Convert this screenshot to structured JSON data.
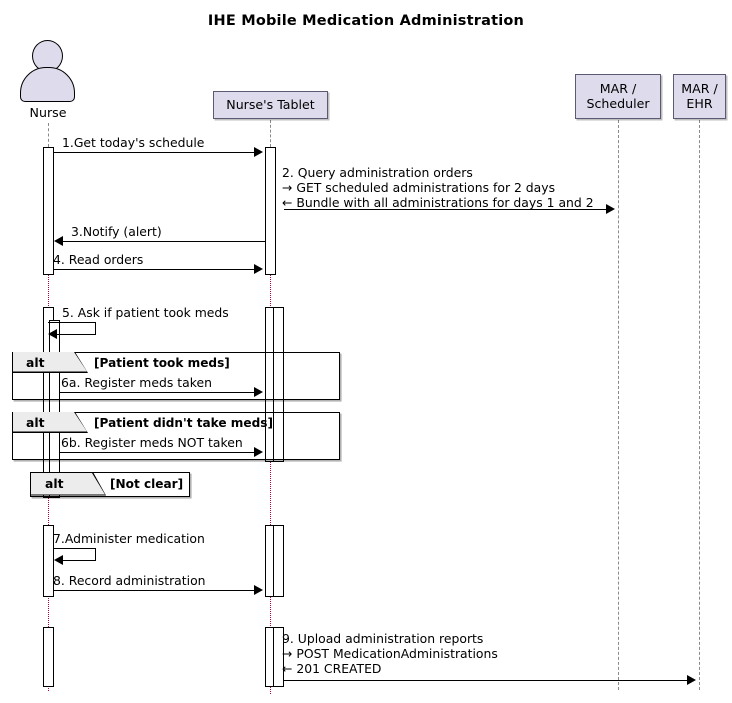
{
  "diagram": {
    "title": "IHE Mobile Medication Administration",
    "type": "uml-sequence-diagram"
  },
  "colors": {
    "participant_fill": "#DEDCEC",
    "participant_border": "#5A5A73",
    "link": "#1616d8",
    "lifeline_active": "#b3003c",
    "lifeline_inactive": "#8a8a8a",
    "alt_header_fill": "#ECECEC"
  },
  "participants": [
    {
      "id": "nurse",
      "label": "Nurse",
      "kind": "actor"
    },
    {
      "id": "tablet",
      "label": "Nurse's Tablet",
      "kind": "box"
    },
    {
      "id": "scheduler",
      "label": "MAR /\nScheduler",
      "label_line1": "MAR /",
      "label_line2": "Scheduler",
      "kind": "box"
    },
    {
      "id": "ehr",
      "label": "MAR /\nEHR",
      "label_line1": "MAR /",
      "label_line2": "EHR",
      "kind": "box"
    }
  ],
  "messages": [
    {
      "num": "1",
      "label": "1.Get today's schedule",
      "from": "nurse",
      "to": "tablet",
      "dir": "right"
    },
    {
      "num": "2",
      "label": "2. Query administration orders",
      "from": "tablet",
      "to": "scheduler",
      "dir": "right",
      "sub": [
        {
          "arrow": "→",
          "text": "GET scheduled administrations for 2 days",
          "link": true
        },
        {
          "arrow": "←",
          "text": "Bundle with all administrations for days 1 and 2",
          "link": true
        }
      ]
    },
    {
      "num": "3",
      "label": "3.Notify (alert)",
      "from": "tablet",
      "to": "nurse",
      "dir": "left"
    },
    {
      "num": "4",
      "label": "4. Read orders",
      "from": "nurse",
      "to": "tablet",
      "dir": "right"
    },
    {
      "num": "5",
      "label": "5. Ask if patient took meds",
      "from": "nurse",
      "to": "nurse",
      "dir": "self"
    },
    {
      "num": "6a",
      "label": "6a. Register meds taken",
      "from": "nurse",
      "to": "tablet",
      "dir": "right"
    },
    {
      "num": "6b",
      "label": "6b. Register meds NOT taken",
      "from": "nurse",
      "to": "tablet",
      "dir": "right"
    },
    {
      "num": "7",
      "label": "7.Administer medication",
      "from": "nurse",
      "to": "nurse",
      "dir": "self"
    },
    {
      "num": "8",
      "label": "8. Record administration",
      "from": "nurse",
      "to": "tablet",
      "dir": "right"
    },
    {
      "num": "9",
      "label": "9. Upload administration reports",
      "from": "tablet",
      "to": "ehr",
      "dir": "right",
      "sub": [
        {
          "arrow": "→",
          "text": "POST MedicationAdministrations",
          "link": true
        },
        {
          "arrow": "←",
          "text": "201  CREATED",
          "link": false,
          "mono": true
        }
      ]
    }
  ],
  "fragments": [
    {
      "tag": "alt",
      "condition": "[Patient took meds]"
    },
    {
      "tag": "alt",
      "condition": "[Patient didn't take meds]"
    },
    {
      "tag": "alt",
      "condition": "[Not clear]"
    }
  ]
}
